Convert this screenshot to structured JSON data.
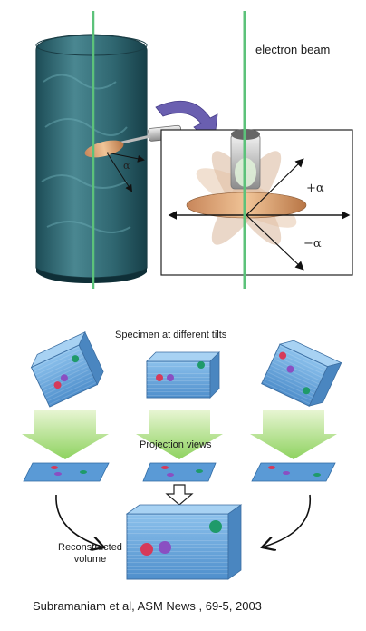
{
  "labels": {
    "electron_beam": "electron beam",
    "specimen_tilts": "Specimen  at different tilts",
    "projection_views": "Projection views",
    "reconstructed_line1": "Reconstructed",
    "reconstructed_line2": "volume",
    "citation": "Subramaniam et al, ASM News , 69-5, 2003",
    "alpha": "α",
    "plus_alpha": "+α",
    "minus_alpha": "−α"
  },
  "colors": {
    "beam": "#5cc27a",
    "cylinder": "#2f6670",
    "specimen_disc": "#e0a876",
    "blue_block": "#6fa9dd",
    "red_particle": "#d63a5a",
    "purple_particle": "#8a4fc2",
    "green_particle": "#1f9a6a",
    "arrow_green": "#b5e08a",
    "rotation_arrow": "#6a5fb0"
  },
  "icons": [
    "electron-beam-line",
    "microscope-column",
    "rotation-arrow",
    "tilt-arrows",
    "curved-arrow"
  ]
}
